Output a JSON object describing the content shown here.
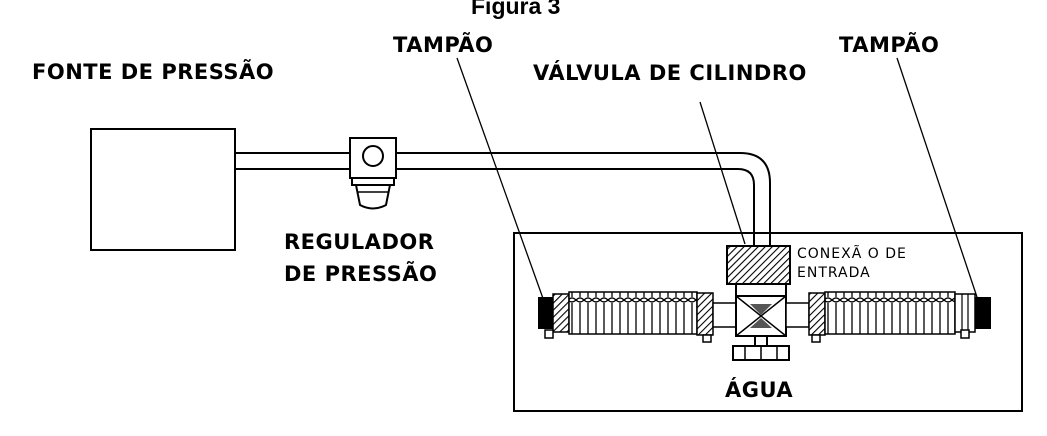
{
  "figure": {
    "title": "Figura 3"
  },
  "labels": {
    "pressure_source": "FONTE DE PRESSÃO",
    "cap_left": "TAMPÃO",
    "cap_right": "TAMPÃO",
    "cylinder_valve": "VÁLVULA DE CILINDRO",
    "regulator_line1": "REGULADOR",
    "regulator_line2": "DE PRESSÃO",
    "inlet_line1": "CONEXÃ O DE",
    "inlet_line2": "ENTRADA",
    "water": "ÁGUA"
  }
}
